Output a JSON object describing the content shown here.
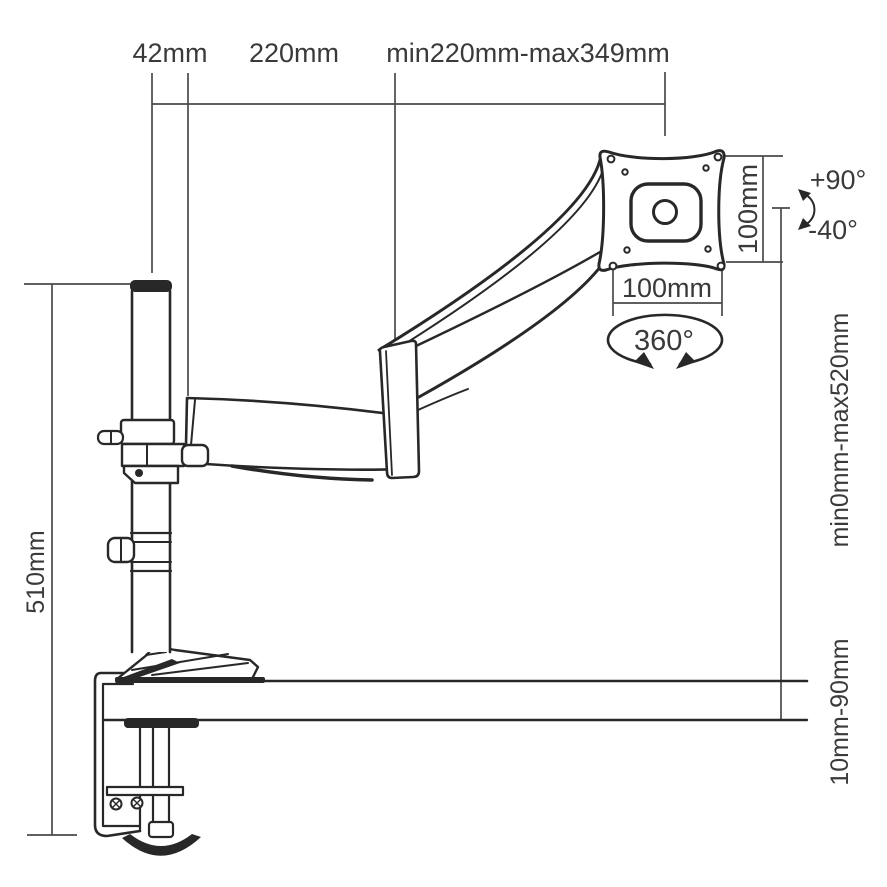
{
  "diagram": {
    "type": "monitor-arm-mount-dimension-drawing",
    "line_color": "#282828",
    "label_color": "#3a3a3a",
    "background": "#ffffff",
    "labels": {
      "top": {
        "pole_diameter": "42mm",
        "lower_arm_length": "220mm",
        "upper_arm_range": "min220mm-max349mm"
      },
      "vesa": {
        "hole_spacing_vertical": "100mm",
        "hole_spacing_horizontal": "100mm",
        "swivel_rotation": "360°"
      },
      "tilt": {
        "up": "+90°",
        "down": "-40°"
      },
      "left": {
        "pole_height": "510mm"
      },
      "right": {
        "height_adjust_range": "min0mm-max520mm",
        "desk_thickness_range": "10mm-90mm"
      }
    }
  }
}
